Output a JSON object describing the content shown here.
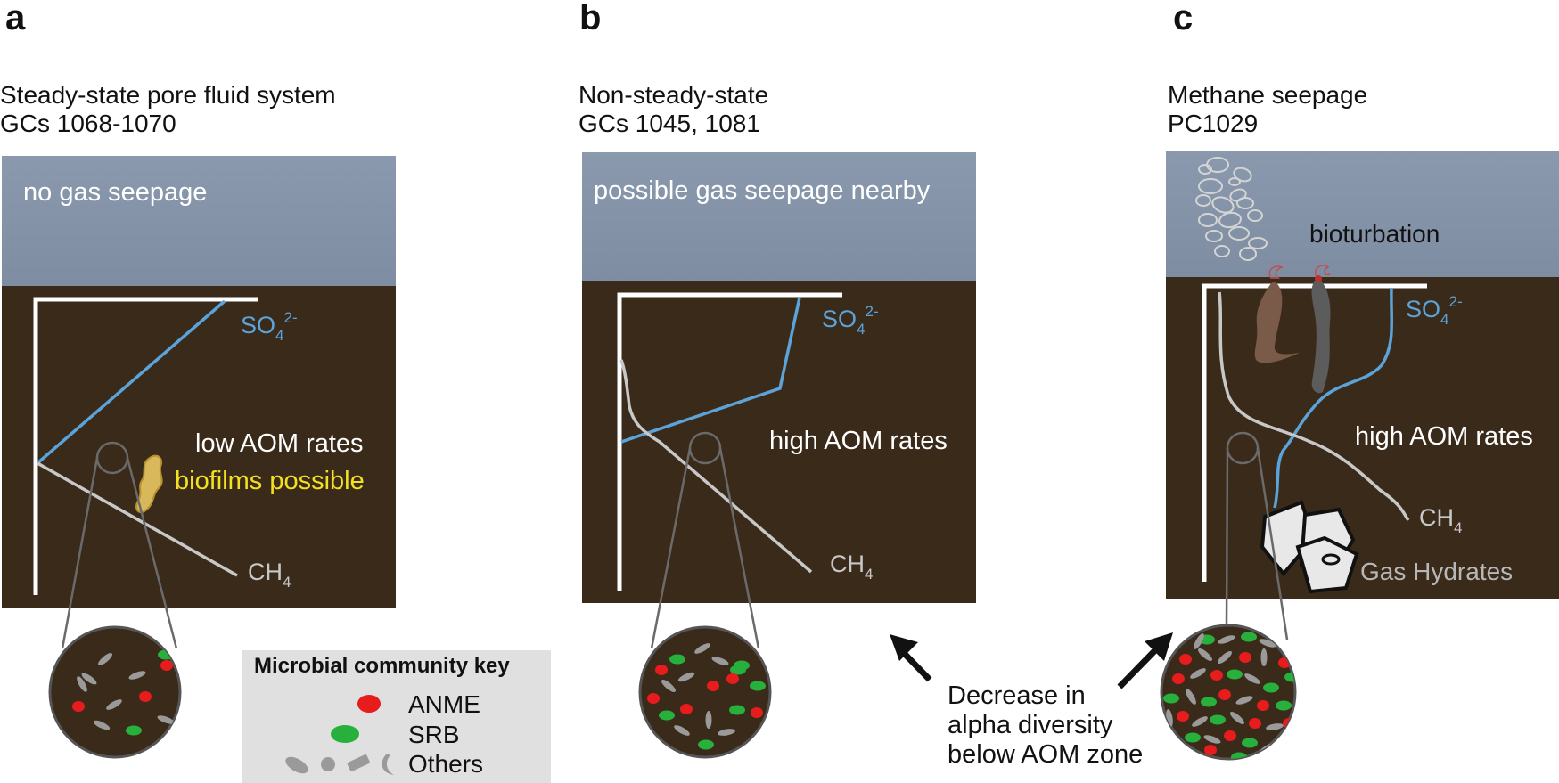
{
  "panels": {
    "a": {
      "letter": "a",
      "title_line1": "Steady-state pore fluid system",
      "title_line2": "GCs 1068-1070",
      "water_label": "no gas seepage",
      "rate_label": "low AOM rates",
      "biofilm_label": "biofilms possible",
      "so4_label": "SO",
      "so4_sub": "4",
      "so4_sup": "2-",
      "ch4_label": "CH",
      "ch4_sub": "4"
    },
    "b": {
      "letter": "b",
      "title_line1": "Non-steady-state",
      "title_line2": "GCs 1045, 1081",
      "water_label": "possible gas seepage nearby",
      "rate_label": "high AOM rates",
      "so4_label": "SO",
      "so4_sub": "4",
      "so4_sup": "2-",
      "ch4_label": "CH",
      "ch4_sub": "4"
    },
    "c": {
      "letter": "c",
      "title_line1": "Methane seepage",
      "title_line2": "PC1029",
      "bioturbation_label": "bioturbation",
      "rate_label": "high AOM rates",
      "hydrates_label": "Gas Hydrates",
      "so4_label": "SO",
      "so4_sub": "4",
      "so4_sup": "2-",
      "ch4_label": "CH",
      "ch4_sub": "4"
    }
  },
  "key": {
    "title": "Microbial community key",
    "items": [
      "ANME",
      "SRB",
      "Others"
    ]
  },
  "note": {
    "line1": "Decrease in",
    "line2": "alpha diversity",
    "line3": "below AOM zone"
  },
  "colors": {
    "water": "#8796ab",
    "sediment": "#3a2a1a",
    "sulfate": "#5ba3d9",
    "methane": "#c8c8c8",
    "anme": "#e81c1c",
    "srb": "#27b03c",
    "others": "#9a9a9a",
    "biofilm": "#f2e021"
  }
}
